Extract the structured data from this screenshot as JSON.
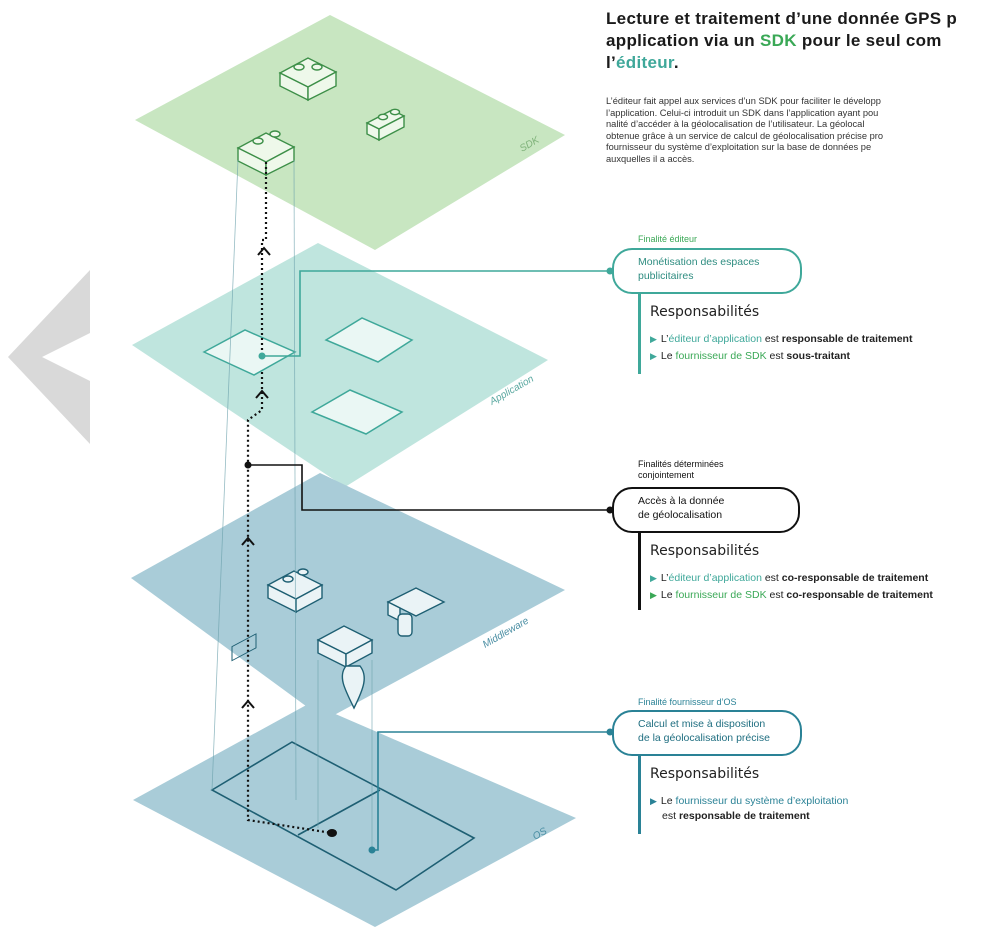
{
  "header": {
    "title_line1": "Lecture et traitement d’une donnée GPS p",
    "title_line2_pre": "application via un ",
    "title_line2_sdk": "SDK",
    "title_line2_post": " pour le seul com",
    "title_line3_pre": "l’",
    "title_line3_editeur": "éditeur",
    "title_line3_post": ".",
    "description_lines": [
      "L’éditeur fait appel aux services d’un SDK pour faciliter le développ",
      "l’application. Celui-ci introduit un SDK dans l’application ayant pou",
      "nalité d’accéder à la géolocalisation de l’utilisateur. La géolocal",
      "obtenue grâce à un service de calcul de géolocalisation précise pro",
      "fournisseur du système d’exploitation sur la base de données pe",
      "auxquelles il a accès."
    ]
  },
  "layers": {
    "sdk": "SDK",
    "application": "Application",
    "middleware": "Middleware",
    "os": "OS"
  },
  "box_editeur": {
    "small_label": "Finalité éditeur",
    "pill_line1": "Monétisation des espaces",
    "pill_line2": "publicitaires",
    "resp_title": "Responsabilités",
    "line1": {
      "a": "L’",
      "b": "éditeur d’application",
      "c": " est ",
      "d": "responsable de traitement"
    },
    "line2": {
      "a": "Le ",
      "b": "fournisseur de SDK",
      "c": " est ",
      "d": "sous-traitant"
    }
  },
  "box_conjointe": {
    "small_label_line1": "Finalités déterminées",
    "small_label_line2": "conjointement",
    "pill_line1": "Accès à la donnée",
    "pill_line2": "de géolocalisation",
    "resp_title": "Responsabilités",
    "line1": {
      "a": "L’",
      "b": "éditeur d’application",
      "c": " est ",
      "d": "co-responsable de traitement"
    },
    "line2": {
      "a": "Le ",
      "b": "fournisseur de SDK",
      "c": " est ",
      "d": "co-responsable de traitement"
    }
  },
  "box_os": {
    "small_label": "Finalité fournisseur d’OS",
    "pill_line1": "Calcul et mise à disposition",
    "pill_line2": "de la géolocalisation précise",
    "resp_title": "Responsabilités",
    "line1": {
      "a": "Le ",
      "b": "fournisseur du système d’exploitation"
    },
    "line2": {
      "a": "est ",
      "b": "responsable de traitement"
    }
  },
  "colors": {
    "sdk_plane": "#c8e6c1",
    "app_plane": "#bfe5de",
    "middleware_plane": "#a9ccd8",
    "os_plane": "#a9ccd8",
    "green": "#3aa856",
    "teal": "#3fa89a",
    "os_blue": "#2a8296",
    "dark": "#111111",
    "nav_arrow": "#d9d9d9"
  }
}
